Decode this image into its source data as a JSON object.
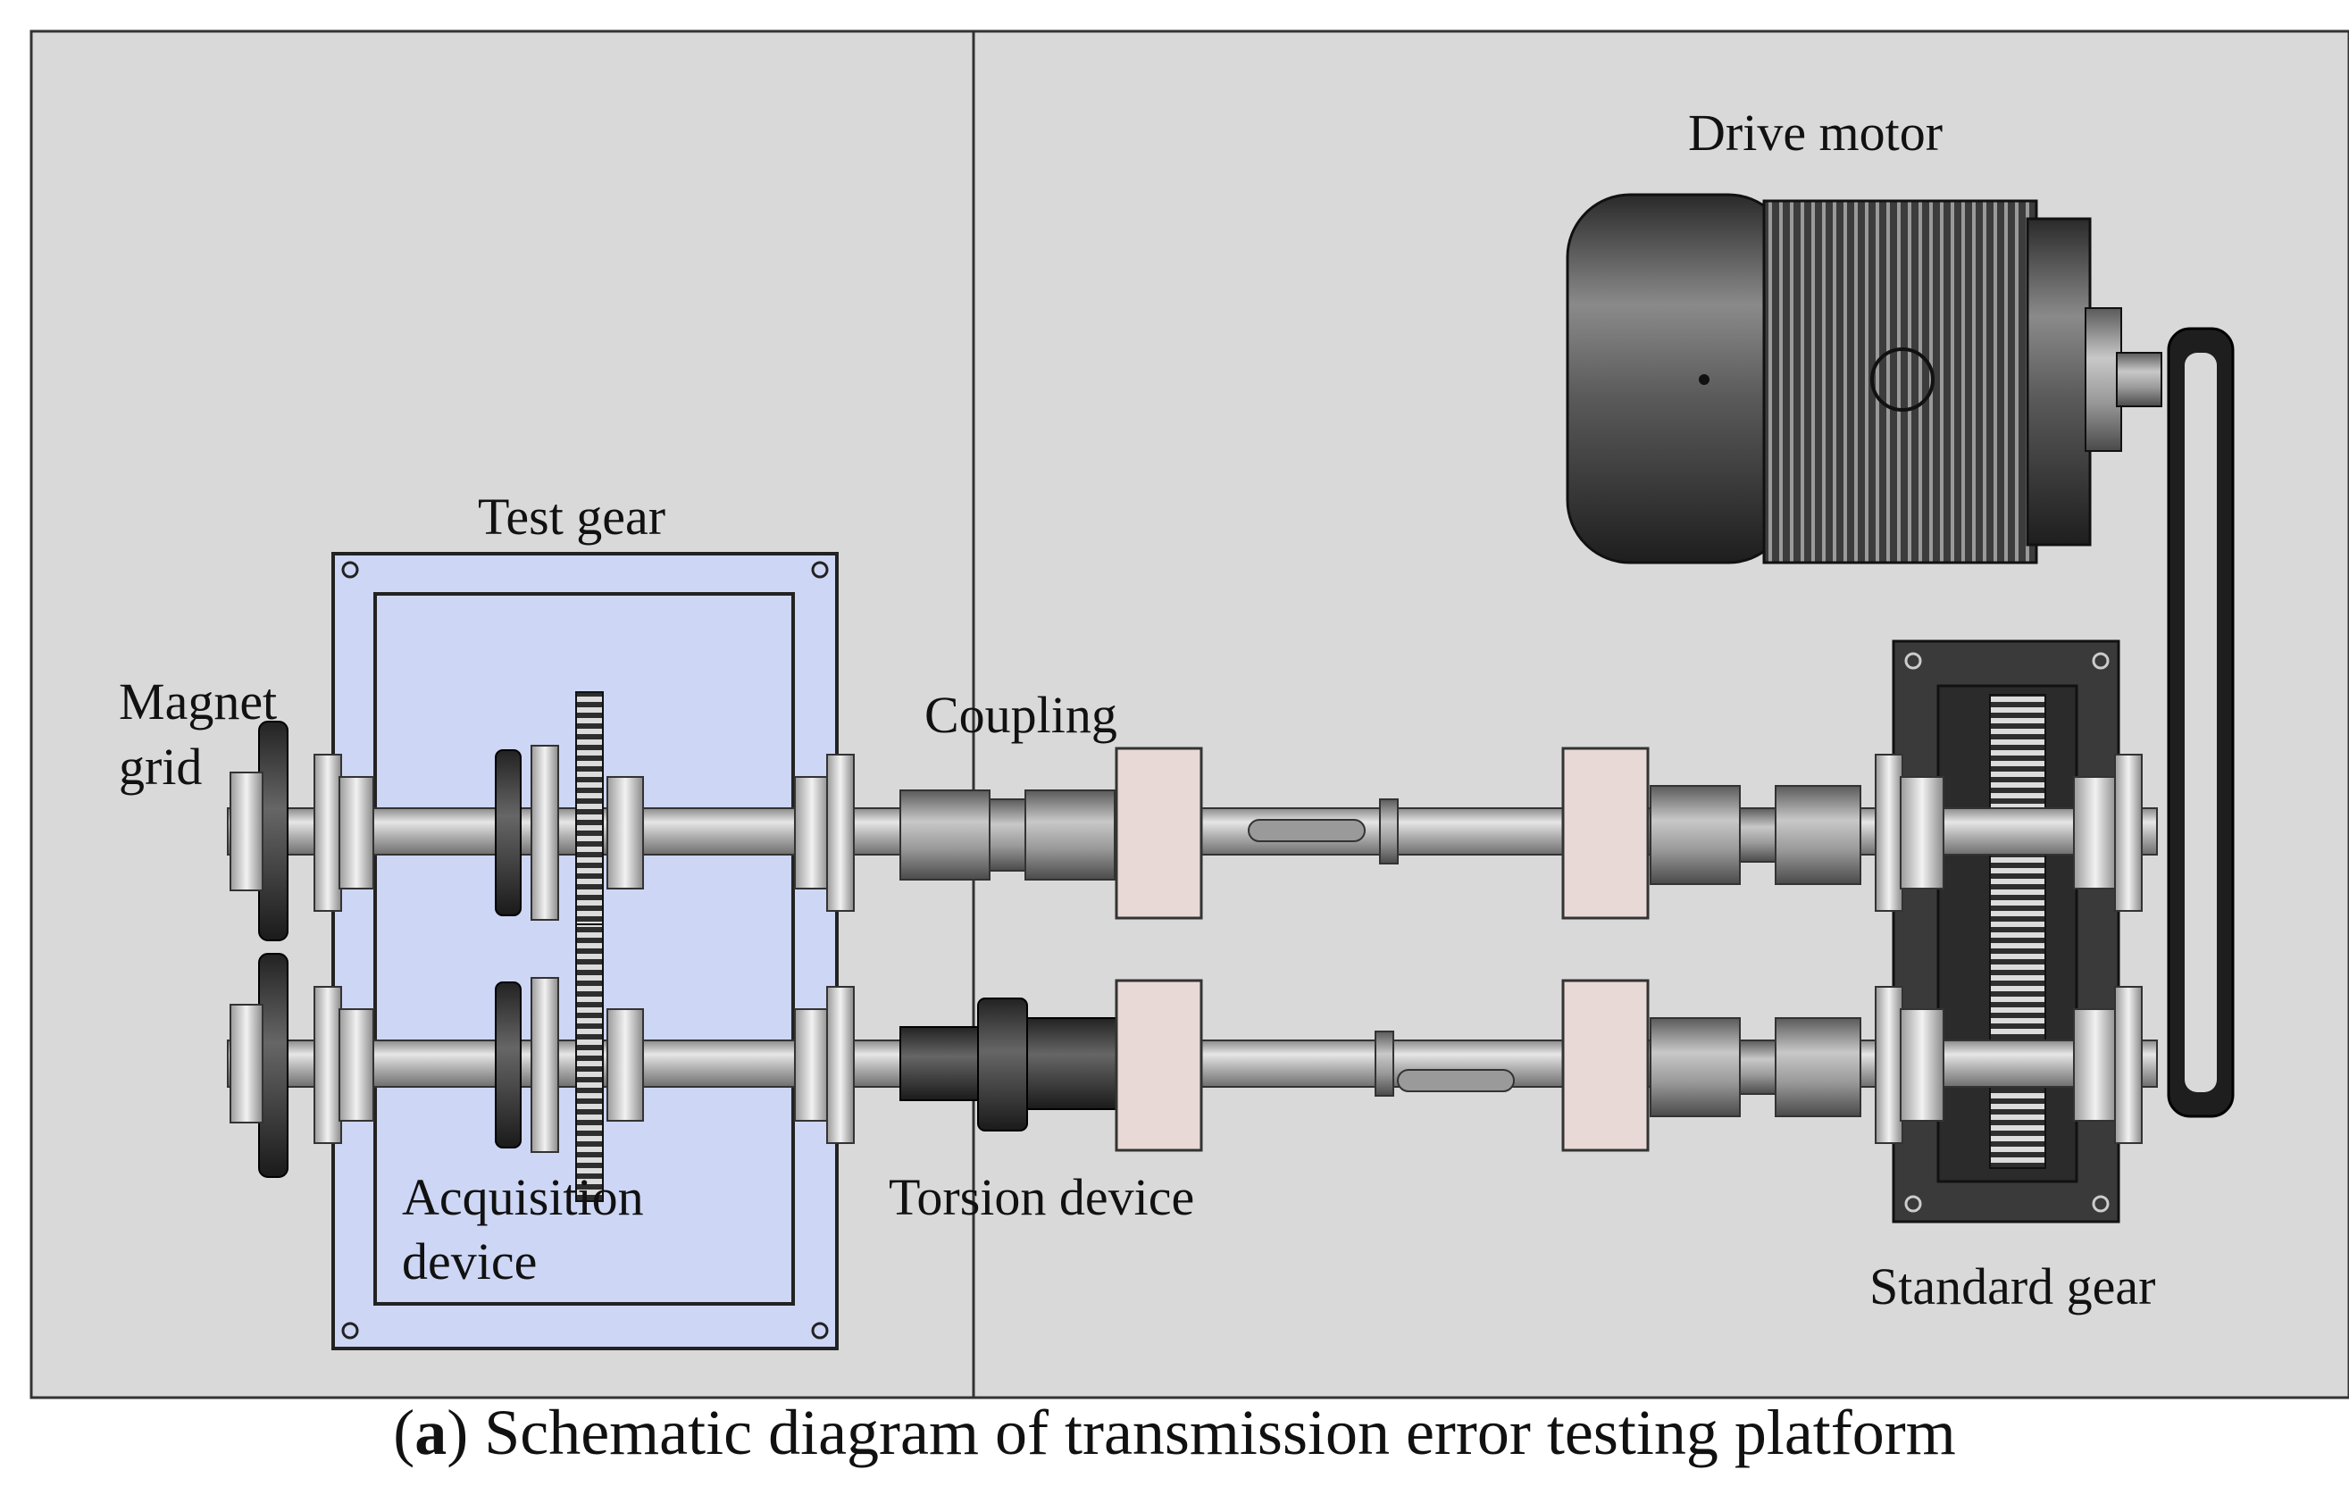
{
  "labels": {
    "drive_motor": "Drive motor",
    "test_gear": "Test gear",
    "magnet_grid_line1": "Magnet",
    "magnet_grid_line2": "grid",
    "coupling": "Coupling",
    "acquisition_line1": "Acquisition",
    "acquisition_line2": "device",
    "torsion_device": "Torsion device",
    "standard_gear": "Standard gear"
  },
  "caption": {
    "tag": "a",
    "text": "Schematic diagram of transmission error testing platform"
  },
  "colors": {
    "panel_bg": "#d9d9d9",
    "test_gear_box": "#cdd6f4",
    "motor_body": "#4a4a4a",
    "standard_gear_box": "#3a3a3a",
    "shaft": "#b9b9b9",
    "bearing_block": "#e8d9d6"
  }
}
